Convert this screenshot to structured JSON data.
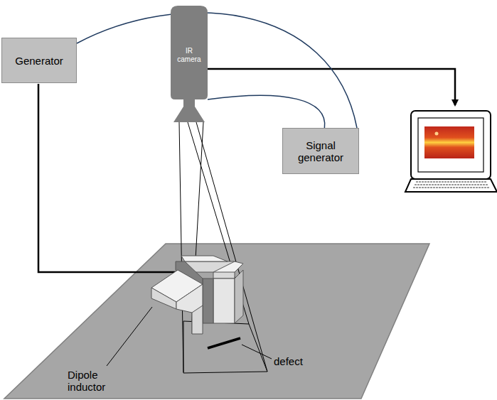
{
  "diagram": {
    "nodes": [
      {
        "text": [
          "Generator"
        ]
      },
      {
        "text": [
          "IR camera"
        ]
      },
      {
        "text": [
          "Signal generator"
        ]
      }
    ],
    "edges": [
      {
        "from": 0,
        "to": 2,
        "arrow": "none"
      },
      {
        "from": 1,
        "to": 2,
        "arrow": "none"
      }
    ],
    "labels": [
      "Dipole inductor",
      "defect"
    ]
  }
}
